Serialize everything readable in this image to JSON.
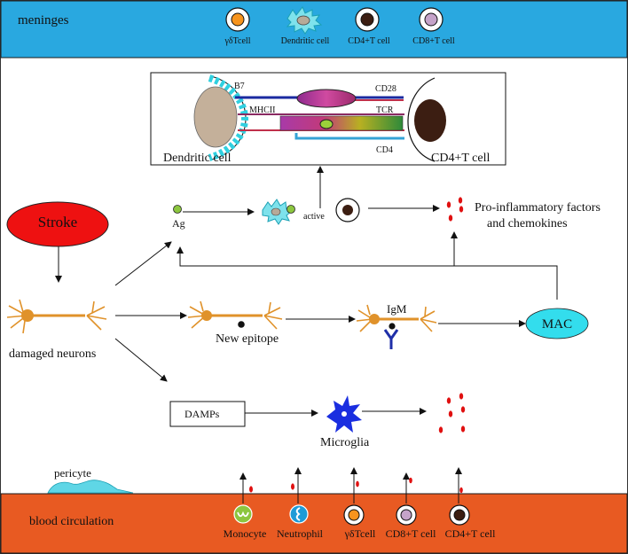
{
  "meninges": {
    "title": "meninges",
    "cells": [
      {
        "label": "γδTcell",
        "color": "#f7941d"
      },
      {
        "label": "Dendritic cell",
        "color": "#29c6d8"
      },
      {
        "label": "CD4+T cell",
        "color": "#3c1e12"
      },
      {
        "label": "CD8+T cell",
        "color": "#c5a3c9"
      }
    ]
  },
  "synapse": {
    "b7": "B7",
    "cd28": "CD28",
    "mhcii": "MHCII",
    "tcr": "TCR",
    "cd4": "CD4",
    "dendritic_cell": "Dendritic cell",
    "t_cell": "CD4+T cell"
  },
  "pathway": {
    "stroke": "Stroke",
    "damaged_neurons": "damaged neurons",
    "ag": "Ag",
    "active": "active",
    "pro_inflammatory_line1": "Pro-inflammatory factors",
    "pro_inflammatory_line2": "and chemokines",
    "new_epitope": "New epitope",
    "igm": "IgM",
    "mac": "MAC",
    "damps": "DAMPs",
    "microglia": "Microglia",
    "pericyte": "pericyte"
  },
  "blood": {
    "title": "blood circulation",
    "cells": [
      {
        "label": "Monocyte",
        "color": "#8cc63f"
      },
      {
        "label": "Neutrophil",
        "color": "#1e9bd7"
      },
      {
        "label": "γδTcell",
        "color": "#f7941d"
      },
      {
        "label": "CD8+T cell",
        "color": "#c5a3c9"
      },
      {
        "label": "CD4+T cell",
        "color": "#3c1e12"
      }
    ]
  },
  "colors": {
    "meninges_band": "#29a8e0",
    "blood_band": "#e85a22",
    "stroke": "#ee1111",
    "mac": "#33dded",
    "neuron": "#e0922a",
    "igm": "#1f2fa8",
    "microglia": "#1a2ee0",
    "pericyte": "#5fd6e6",
    "factor_dot": "#e01010"
  }
}
